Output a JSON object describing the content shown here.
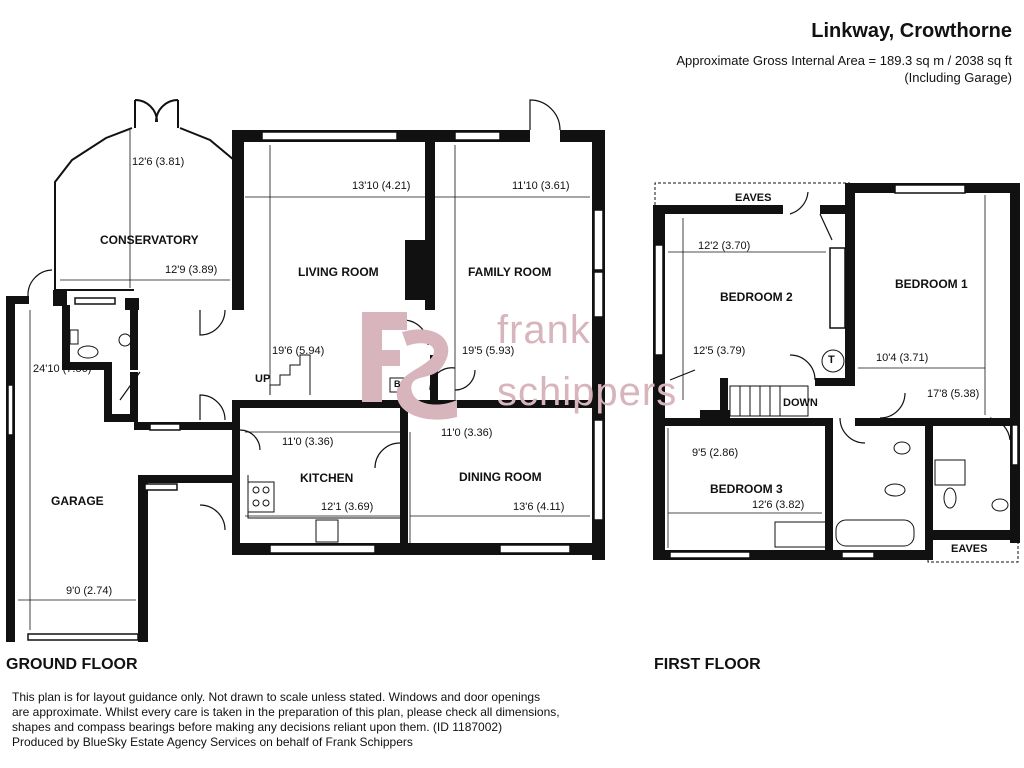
{
  "header": {
    "title": "Linkway, Crowthorne",
    "area_line1": "Approximate Gross Internal Area = 189.3 sq m / 2038 sq ft",
    "area_line2": "(Including Garage)"
  },
  "watermark": {
    "word1": "frank",
    "word2": "schippers",
    "color": "#d8b4bc"
  },
  "ground_floor": {
    "label": "GROUND FLOOR",
    "rooms": {
      "conservatory": "CONSERVATORY",
      "living": "LIVING ROOM",
      "family": "FAMILY ROOM",
      "kitchen": "KITCHEN",
      "dining": "DINING ROOM",
      "garage": "GARAGE"
    },
    "dims": {
      "cons_h": "12'6 (3.81)",
      "cons_w": "12'9 (3.89)",
      "living_w": "13'10 (4.21)",
      "living_h": "19'6 (5.94)",
      "family_w": "11'10 (3.61)",
      "family_h": "19'5 (5.93)",
      "kitchen_h": "11'0 (3.36)",
      "kitchen_w": "12'1 (3.69)",
      "dining_h": "11'0 (3.36)",
      "dining_w": "13'6 (4.11)",
      "garage_h": "24'10 (7.56)",
      "garage_w": "9'0 (2.74)"
    },
    "marks": {
      "up": "UP",
      "boiler": "B"
    }
  },
  "first_floor": {
    "label": "FIRST FLOOR",
    "rooms": {
      "bed1": "BEDROOM 1",
      "bed2": "BEDROOM 2",
      "bed3": "BEDROOM 3"
    },
    "dims": {
      "bed1_w": "10'4 (3.71)",
      "bed1_h": "17'8 (5.38)",
      "bed2_w": "12'2 (3.70)",
      "bed2_h": "12'5 (3.79)",
      "bed3_h": "9'5 (2.86)",
      "bed3_w": "12'6 (3.82)"
    },
    "marks": {
      "eaves_top": "EAVES",
      "eaves_bottom": "EAVES",
      "down": "DOWN",
      "tank": "T"
    }
  },
  "disclaimer": {
    "line1": "This plan is for layout guidance only. Not drawn to scale unless stated. Windows and door openings",
    "line2": "are approximate. Whilst every care is taken in the preparation of this plan, please check all dimensions,",
    "line3": "shapes and compass bearings before making any decisions reliant upon them. (ID 1187002)",
    "line4": "Produced by BlueSky Estate Agency Services on behalf of Frank Schippers"
  }
}
